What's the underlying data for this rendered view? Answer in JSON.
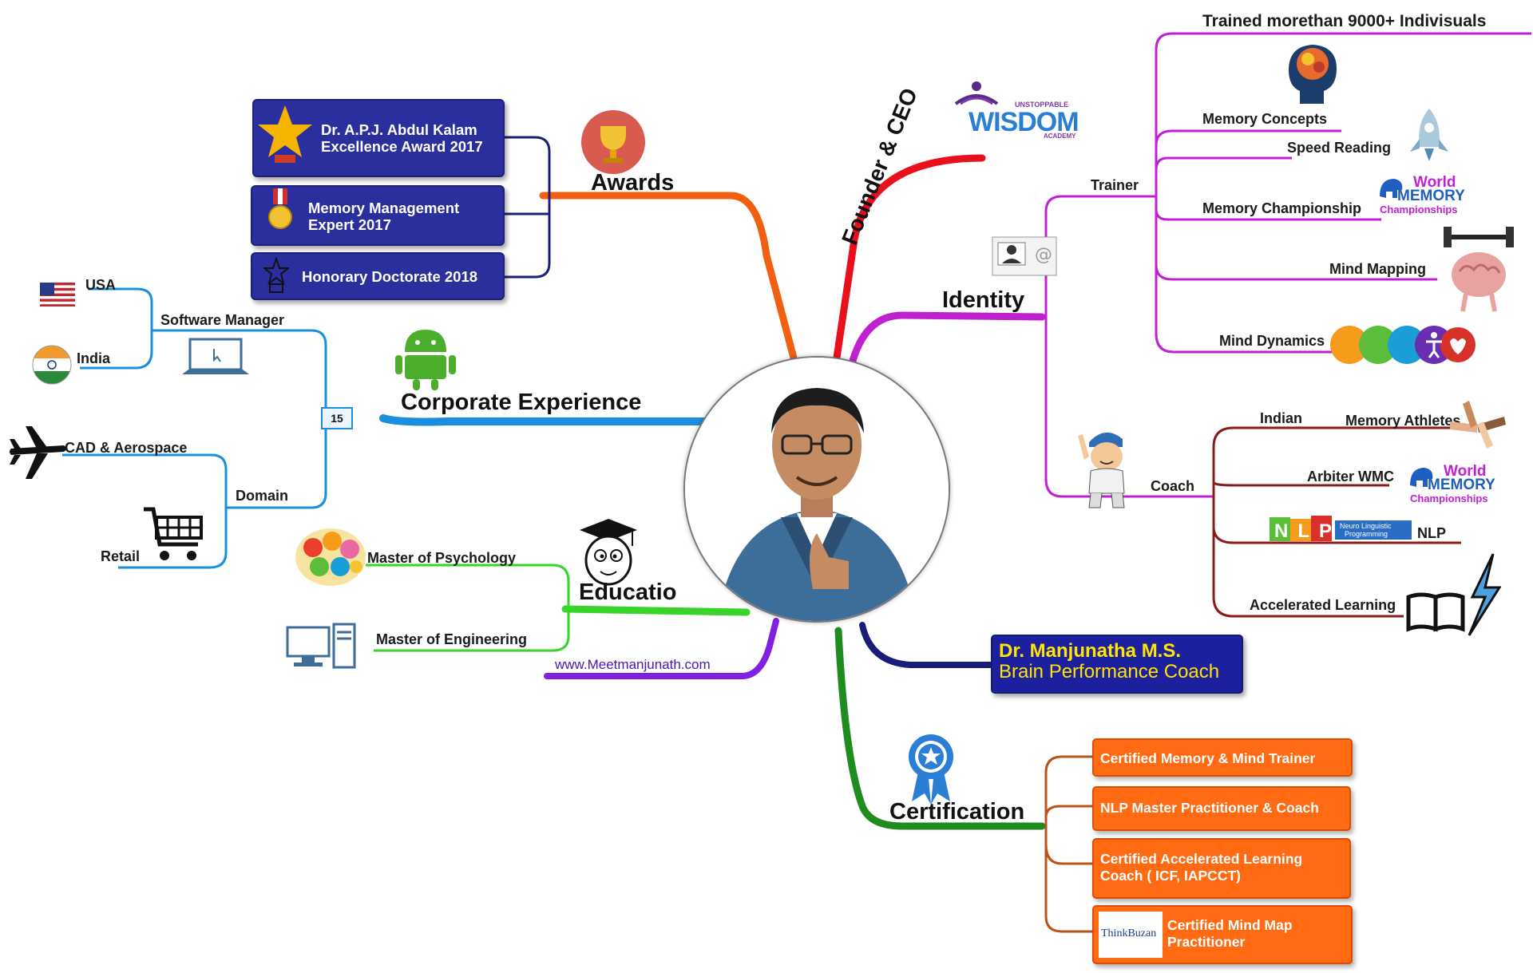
{
  "center": {
    "name": "Dr. Manjunatha M.S.",
    "role": "Brain Performance Coach",
    "website": "www.Meetmanjunath.com"
  },
  "awards": {
    "label": "Awards",
    "items": [
      "Dr. A.P.J. Abdul Kalam Excellence Award 2017",
      "Memory Management Expert 2017",
      "Honorary Doctorate 2018"
    ]
  },
  "founder": {
    "label": "Founder & CEO",
    "logo_small": "UNSTOPPABLE",
    "logo_main": "WISDOM",
    "logo_sub": "ACADEMY"
  },
  "identity": {
    "label": "Identity",
    "trainer": {
      "label": "Trainer",
      "items": [
        "Trained morethan 9000+ Indivisuals",
        "Memory Concepts",
        "Speed Reading",
        "Memory Championship",
        "Mind Mapping",
        "Mind Dynamics"
      ]
    },
    "coach": {
      "label": "Coach",
      "items": [
        "Indian",
        "Memory Athletes",
        "Arbiter WMC",
        "NLP",
        "Accelerated Learning"
      ]
    },
    "wmc_logo": {
      "line1": "World",
      "line2": "MEMORY",
      "line3": "Championships"
    },
    "nlp_logo": {
      "letters": "NLP",
      "desc1": "Neuro Linguistic",
      "desc2": "Programming"
    }
  },
  "corporate": {
    "label": "Corporate Experience",
    "years": "15",
    "software_manager": "Software Manager",
    "countries": [
      "USA",
      "India"
    ],
    "domain": "Domain",
    "domains": [
      "CAD & Aerospace",
      "Retail"
    ]
  },
  "education": {
    "label": "Educatio",
    "items": [
      "Master of Psychology",
      "Master of Engineering"
    ]
  },
  "certification": {
    "label": "Certification",
    "items": [
      "Certified Memory & Mind Trainer",
      "NLP Master Practitioner & Coach",
      "Certified Accelerated Learning Coach ( ICF, IAPCCT)",
      "Certified Mind Map Practitioner"
    ],
    "thinkbuzan": "ThinkBuzan"
  },
  "colors": {
    "awards": "#f06010",
    "founder": "#e8101a",
    "identity": "#c020d0",
    "corporate": "#1a8fe0",
    "education": "#38d42a",
    "website": "#8020e0",
    "name": "#1b1b7a",
    "certification": "#1e8c1e",
    "coach": "#8b1a1a",
    "trainer": "#c020d0"
  }
}
